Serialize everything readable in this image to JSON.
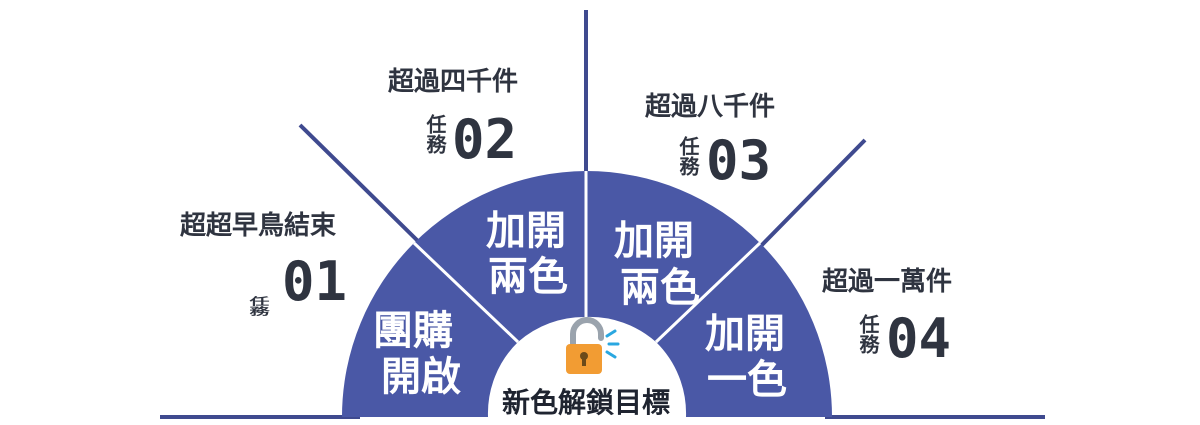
{
  "center": {
    "label": "新色解鎖目標",
    "icon": "unlock-icon"
  },
  "segments": [
    {
      "lines": [
        "團購",
        "開啟"
      ]
    },
    {
      "lines": [
        "加開",
        "兩色"
      ]
    },
    {
      "lines": [
        "加開",
        "兩色"
      ]
    },
    {
      "lines": [
        "加開",
        "一色"
      ]
    }
  ],
  "missions": [
    {
      "target": "超超早鳥結束",
      "word": "任務",
      "number": "01"
    },
    {
      "target": "超過四千件",
      "word": "任務",
      "number": "02"
    },
    {
      "target": "超過八千件",
      "word": "任務",
      "number": "03"
    },
    {
      "target": "超過一萬件",
      "word": "任務",
      "number": "04"
    }
  ],
  "colors": {
    "segment_fill": "#4a58a6",
    "line": "#3f4a8f",
    "text_dark": "#2f3440",
    "lock_body": "#f29c33",
    "lock_shackle": "#9aa3ad",
    "spark": "#2aa7e0"
  }
}
